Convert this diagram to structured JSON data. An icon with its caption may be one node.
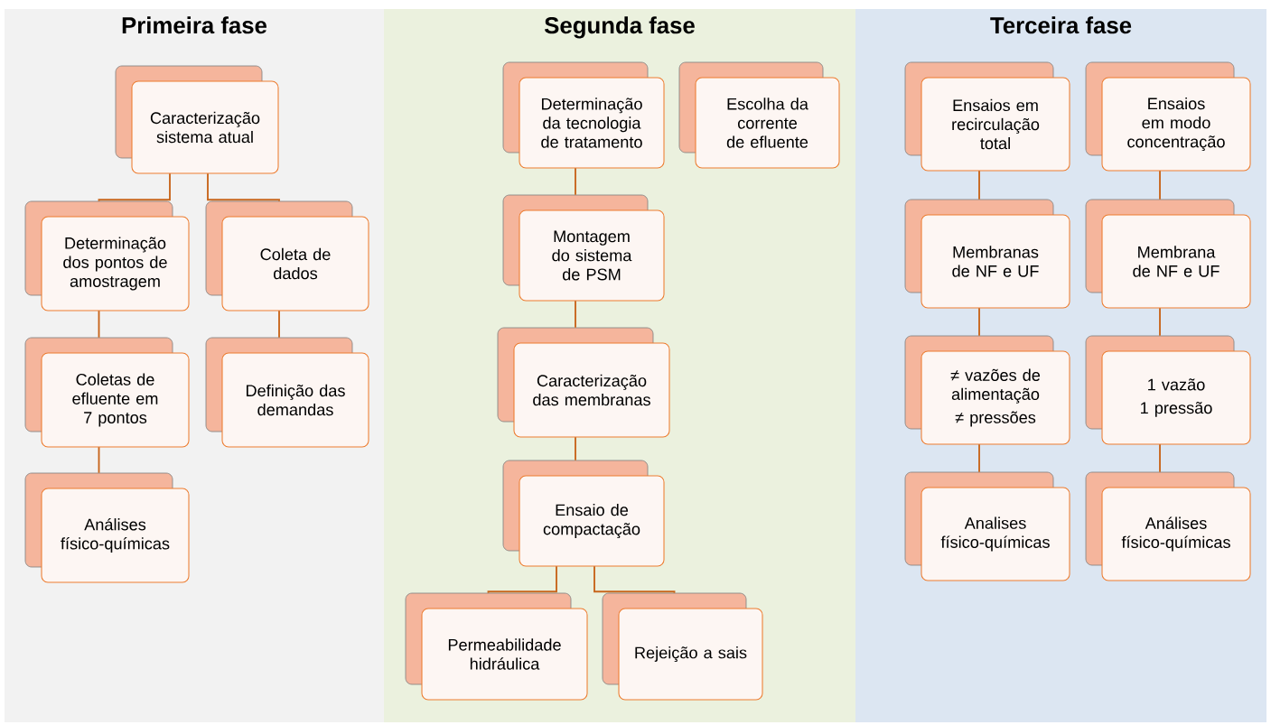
{
  "diagram": {
    "nodes": [
      {
        "text": [
          "Primeira fase"
        ]
      },
      {
        "text": [
          "Caracterização sistema atual"
        ],
        "in": 0
      },
      {
        "text": [
          "Determinação dos pontos de amostragem"
        ],
        "in": 0
      },
      {
        "text": [
          "Coleta de dados"
        ],
        "in": 0
      },
      {
        "text": [
          "Coletas de efluente em 7 pontos"
        ],
        "in": 0
      },
      {
        "text": [
          "Definição das demandas"
        ],
        "in": 0
      },
      {
        "text": [
          "Análises físico-químicas"
        ],
        "in": 0
      },
      {
        "text": [
          "Segunda fase"
        ]
      },
      {
        "text": [
          "Determinação da tecnologia de tratamento"
        ],
        "in": 7
      },
      {
        "text": [
          "Escolha da corrente de efluente"
        ],
        "in": 7
      },
      {
        "text": [
          "Montagem do sistema de PSM"
        ],
        "in": 7
      },
      {
        "text": [
          "Caracterização das membranas"
        ],
        "in": 7
      },
      {
        "text": [
          "Ensaio de compactação"
        ],
        "in": 7
      },
      {
        "text": [
          "Permeabilidade hidráulica"
        ],
        "in": 7
      },
      {
        "text": [
          "Rejeição a sais"
        ],
        "in": 7
      },
      {
        "text": [
          "Terceira fase"
        ]
      },
      {
        "text": [
          "Ensaios em recirculação total"
        ],
        "in": 15
      },
      {
        "text": [
          "Ensaios em modo concentração"
        ],
        "in": 15
      },
      {
        "text": [
          "Membranas de NF e UF"
        ],
        "in": 15
      },
      {
        "text": [
          "Membrana de NF e UF"
        ],
        "in": 15
      },
      {
        "text": [
          "≠ vazões de alimentação",
          "≠ pressões"
        ],
        "in": 15
      },
      {
        "text": [
          "1 vazão",
          "1 pressão"
        ],
        "in": 15
      },
      {
        "text": [
          "Analises físico-químicas"
        ],
        "in": 15
      },
      {
        "text": [
          "Análises físico-químicas"
        ],
        "in": 15
      }
    ],
    "edges": [
      {
        "from": 1,
        "to": 2,
        "arrow": "none"
      },
      {
        "from": 1,
        "to": 3,
        "arrow": "none"
      },
      {
        "from": 2,
        "to": 4,
        "arrow": "none"
      },
      {
        "from": 4,
        "to": 6,
        "arrow": "none"
      },
      {
        "from": 3,
        "to": 5,
        "arrow": "none"
      },
      {
        "from": 8,
        "to": 10,
        "arrow": "none"
      },
      {
        "from": 10,
        "to": 11,
        "arrow": "none"
      },
      {
        "from": 11,
        "to": 12,
        "arrow": "none"
      },
      {
        "from": 12,
        "to": 13,
        "arrow": "none"
      },
      {
        "from": 12,
        "to": 14,
        "arrow": "none"
      },
      {
        "from": 16,
        "to": 18,
        "arrow": "none"
      },
      {
        "from": 18,
        "to": 20,
        "arrow": "none"
      },
      {
        "from": 20,
        "to": 22,
        "arrow": "none"
      },
      {
        "from": 17,
        "to": 19,
        "arrow": "none"
      },
      {
        "from": 19,
        "to": 21,
        "arrow": "none"
      },
      {
        "from": 21,
        "to": 23,
        "arrow": "none"
      }
    ]
  }
}
